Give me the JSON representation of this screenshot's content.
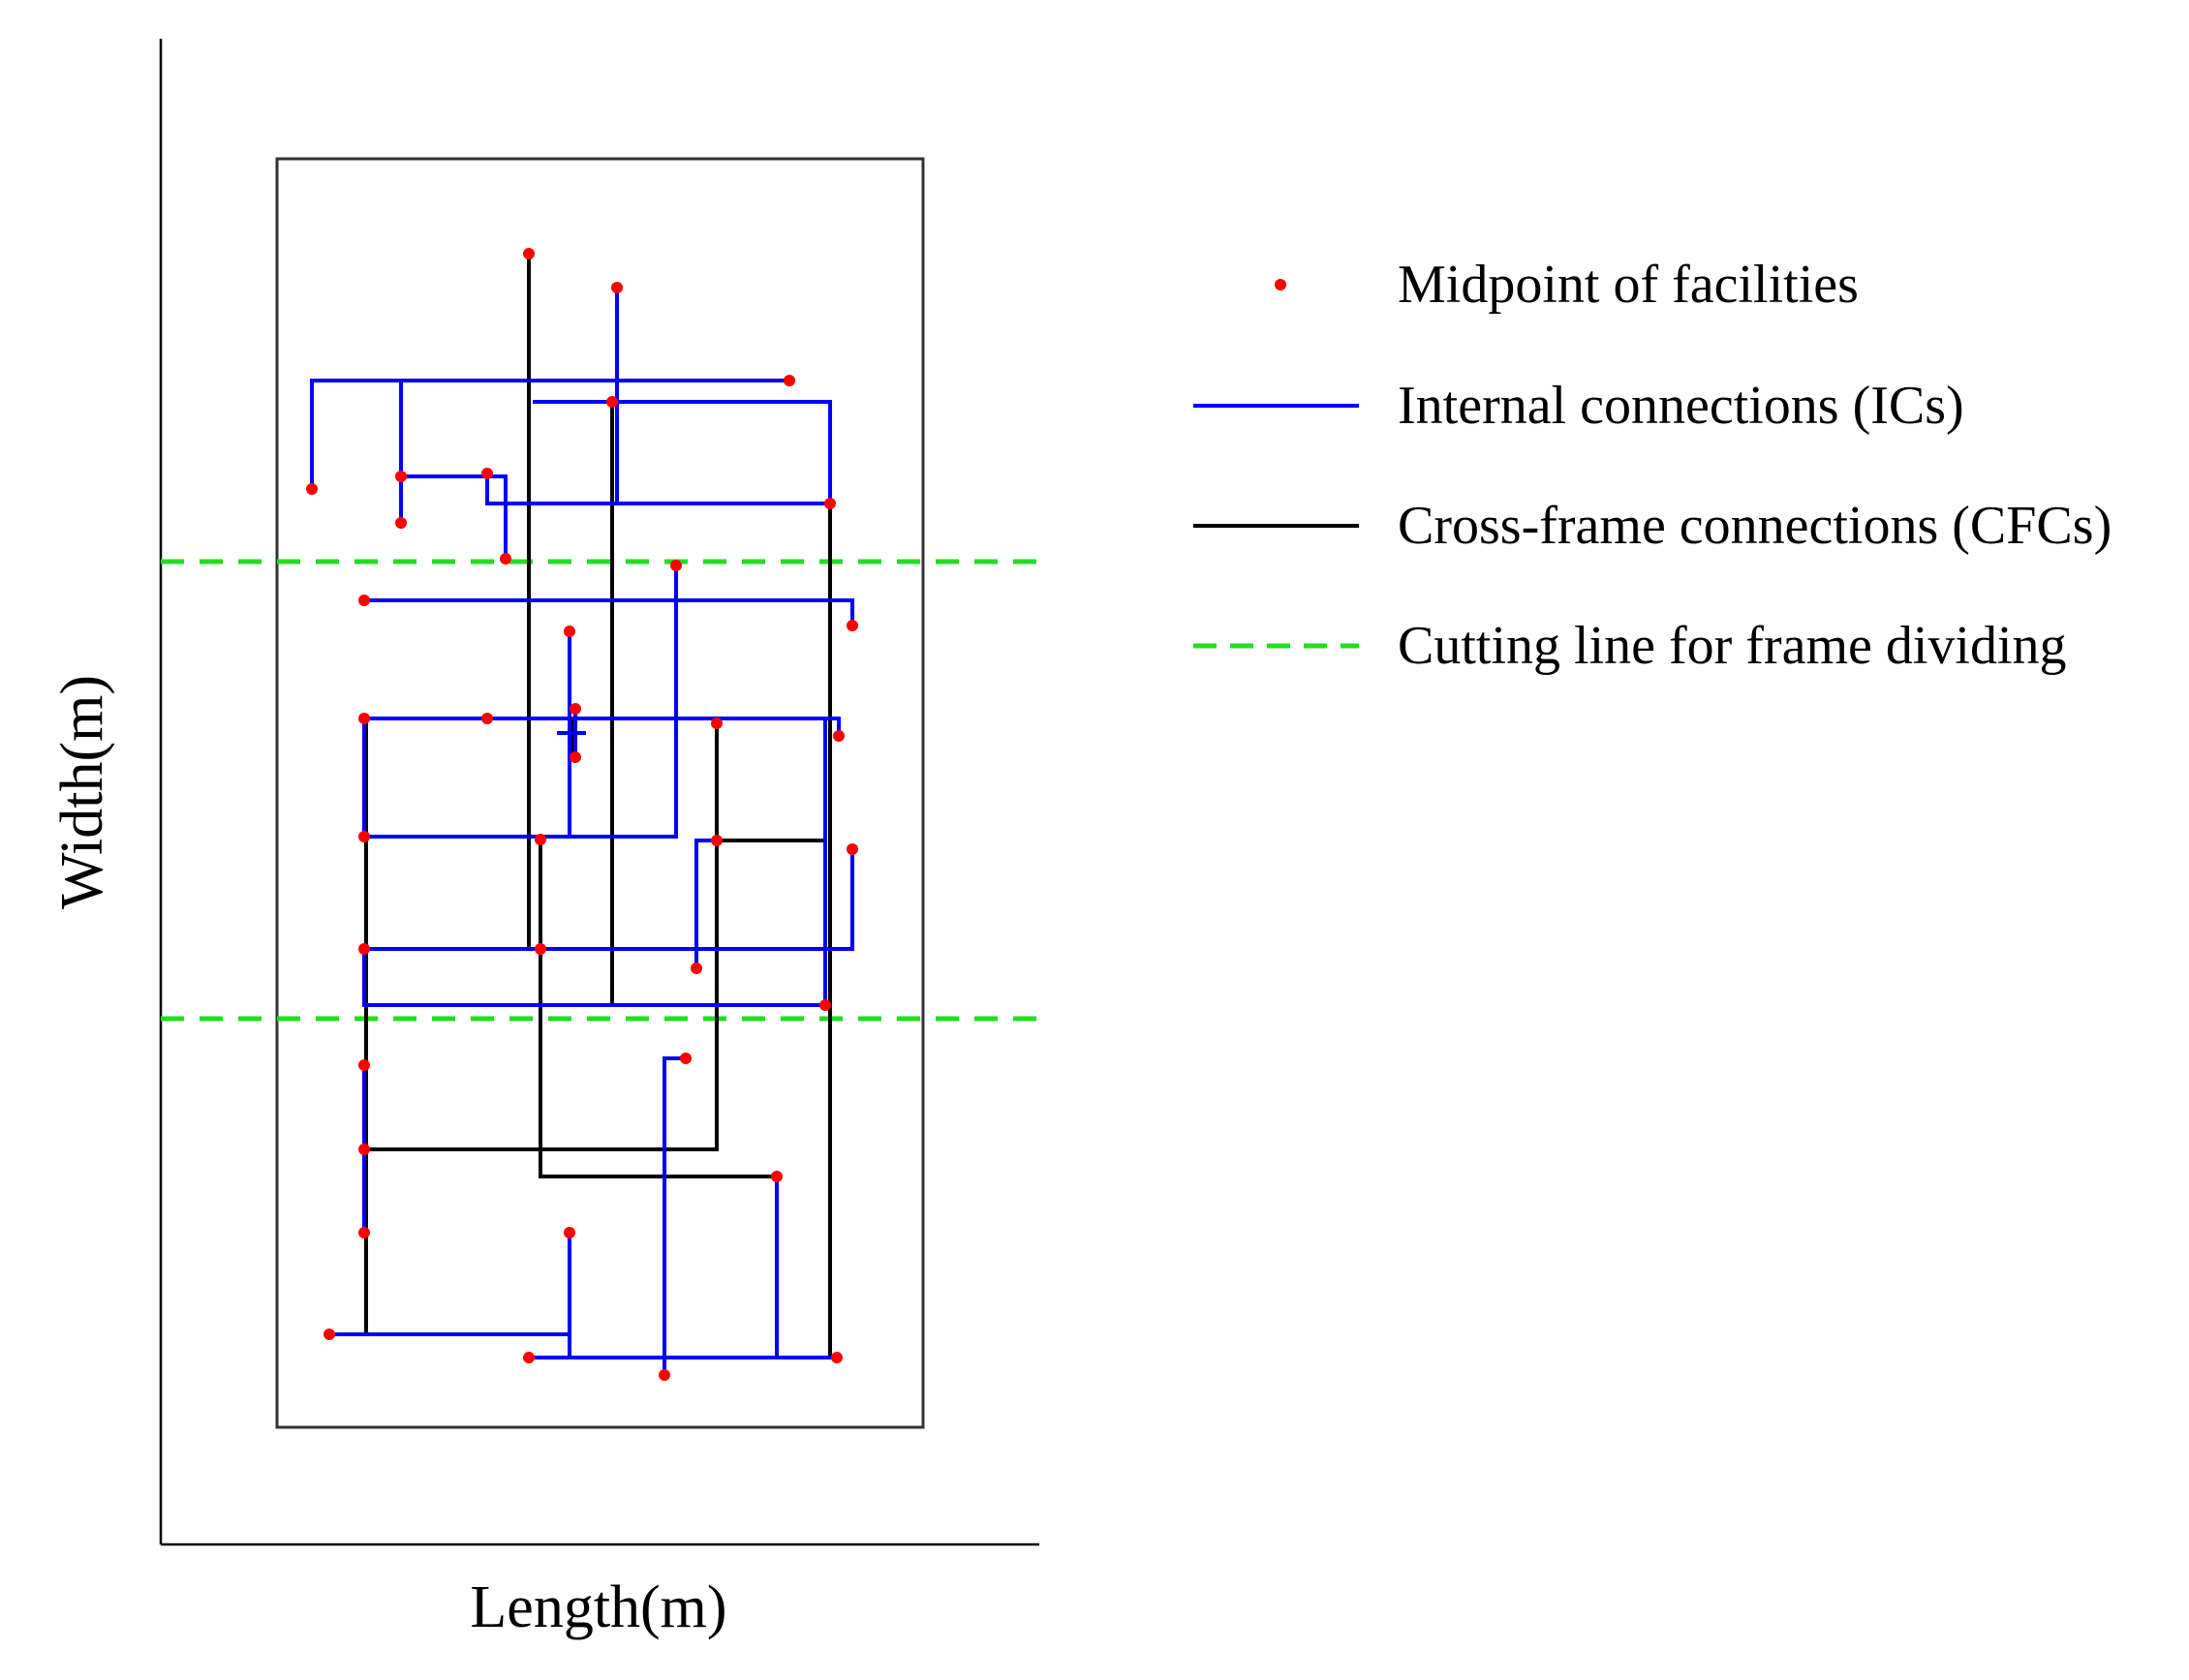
{
  "axes": {
    "xlabel": "Length(m)",
    "ylabel": "Width(m)"
  },
  "legend": {
    "items": [
      {
        "key": "midpoint",
        "label": "Midpoint of facilities"
      },
      {
        "key": "ic",
        "label": "Internal connections (ICs)"
      },
      {
        "key": "cfc",
        "label": "Cross-frame connections (CFCs)"
      },
      {
        "key": "cut",
        "label": "Cutting line for frame dividing"
      }
    ]
  },
  "colors": {
    "facility_point": "#ff0000",
    "internal_connection": "#0000ff",
    "cross_frame_connection": "#000000",
    "cutting_line": "#22dd22",
    "frame_border": "#333333"
  }
}
